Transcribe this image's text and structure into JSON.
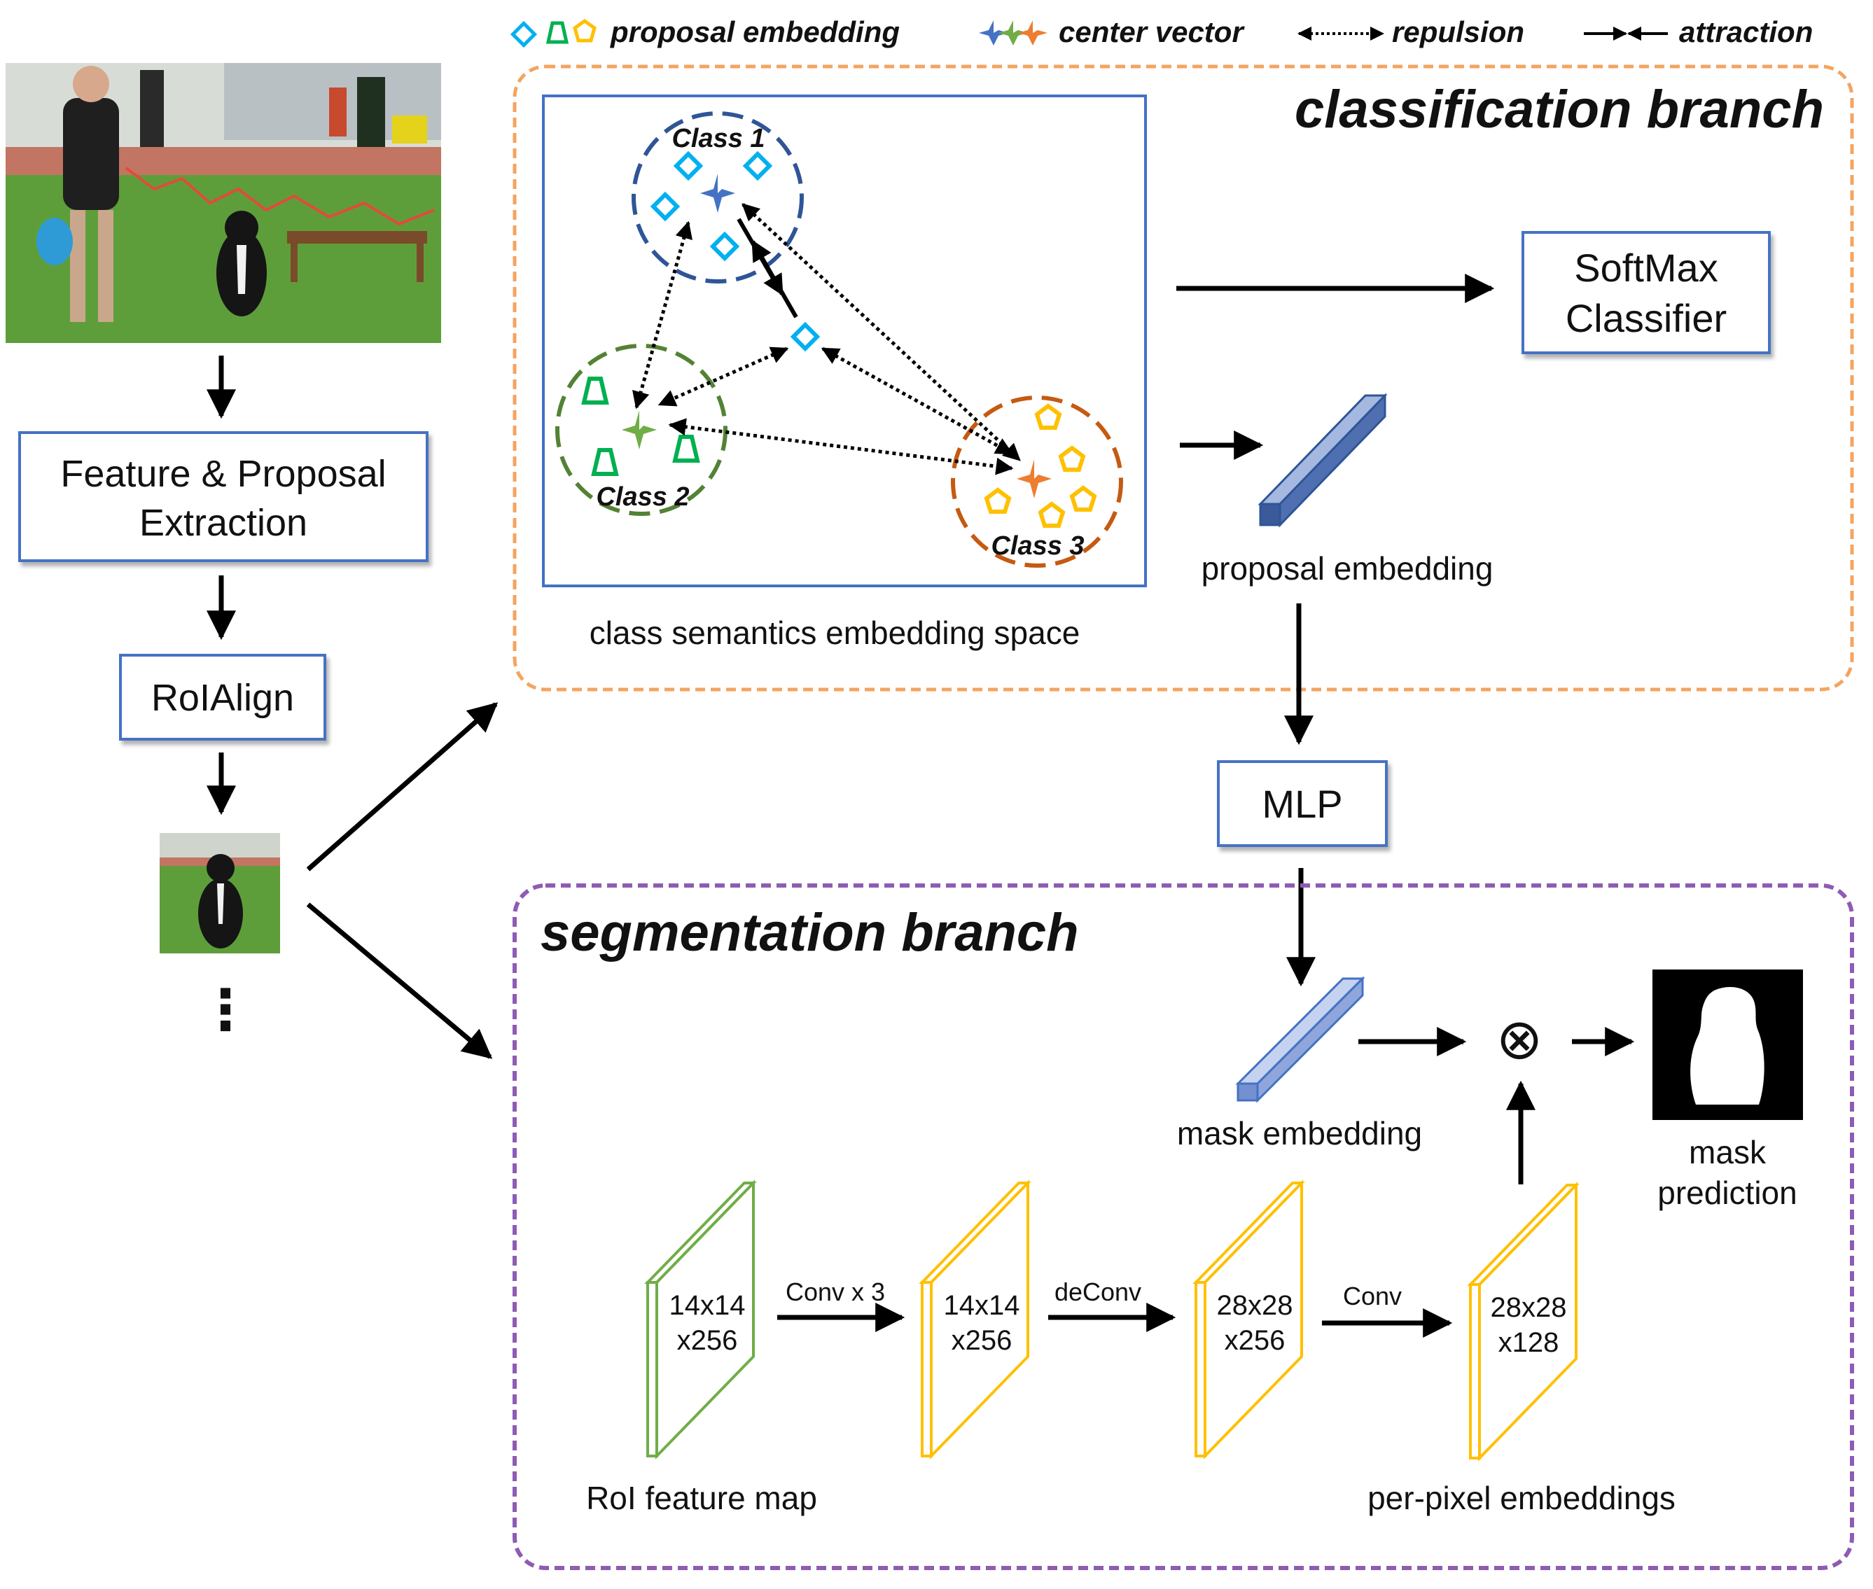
{
  "legend": {
    "proposal_embedding": "proposal embedding",
    "center_vector": "center vector",
    "repulsion": "repulsion",
    "attraction": "attraction"
  },
  "pipeline": {
    "feature_extraction_line1": "Feature & Proposal",
    "feature_extraction_line2": "Extraction",
    "roialign": "RoIAlign",
    "ellipsis": "⋮"
  },
  "classification": {
    "title": "classification branch",
    "space_label": "class semantics embedding space",
    "class1": "Class 1",
    "class2": "Class 2",
    "class3": "Class 3",
    "softmax_line1": "SoftMax",
    "softmax_line2": "Classifier",
    "proposal_embedding": "proposal embedding"
  },
  "mlp": "MLP",
  "segmentation": {
    "title": "segmentation branch",
    "mask_embedding": "mask embedding",
    "mask_prediction_line1": "mask",
    "mask_prediction_line2": "prediction",
    "roi_feature_map": "RoI feature map",
    "per_pixel_embeddings": "per-pixel embeddings",
    "op_conv3": "Conv x 3",
    "op_deconv": "deConv",
    "op_conv": "Conv",
    "maps": [
      {
        "line1": "14x14",
        "line2": "x256"
      },
      {
        "line1": "14x14",
        "line2": "x256"
      },
      {
        "line1": "28x28",
        "line2": "x256"
      },
      {
        "line1": "28x28",
        "line2": "x128"
      }
    ],
    "otimes": "⊗"
  },
  "colors": {
    "box_border": "#4472c4",
    "class_branch_border": "#f4a460",
    "seg_branch_border": "#8e5bb5",
    "class1": "#2f5597",
    "class2": "#548235",
    "class3": "#c55a11",
    "diamond": "#00b0f0",
    "trapezoid": "#00b050",
    "pentagon": "#ffc000",
    "green_map": "#70ad47",
    "yellow_map": "#ffc000"
  }
}
